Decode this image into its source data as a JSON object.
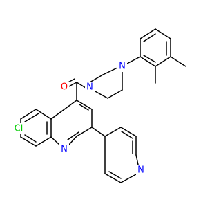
{
  "molecule": {
    "atom_labels": {
      "oxygen": "O",
      "piperazine_n_top": "N",
      "piperazine_n_bottom": "N",
      "chlorine": "Cl",
      "quinoline_n": "N",
      "pyridine_n": "N"
    },
    "colors": {
      "bond": "#000000",
      "oxygen": "#ff0000",
      "nitrogen": "#0000ff",
      "chlorine": "#00cc00"
    }
  }
}
